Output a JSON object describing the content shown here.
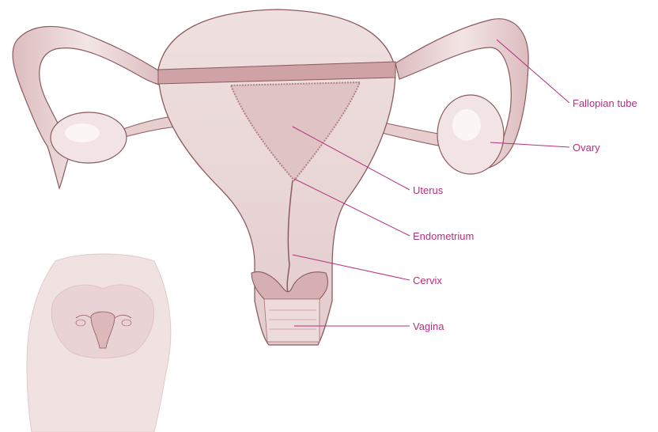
{
  "labels": {
    "fallopian_tube": "Fallopian tube",
    "ovary": "Ovary",
    "uterus": "Uterus",
    "endometrium": "Endometrium",
    "cervix": "Cervix",
    "vagina": "Vagina"
  },
  "colors": {
    "label": "#b5307f",
    "tissue_fill": "#e9cfd0",
    "tissue_light": "#f4e6e6",
    "tissue_stroke": "#8c5a5e",
    "lining": "#d3a9ac"
  }
}
